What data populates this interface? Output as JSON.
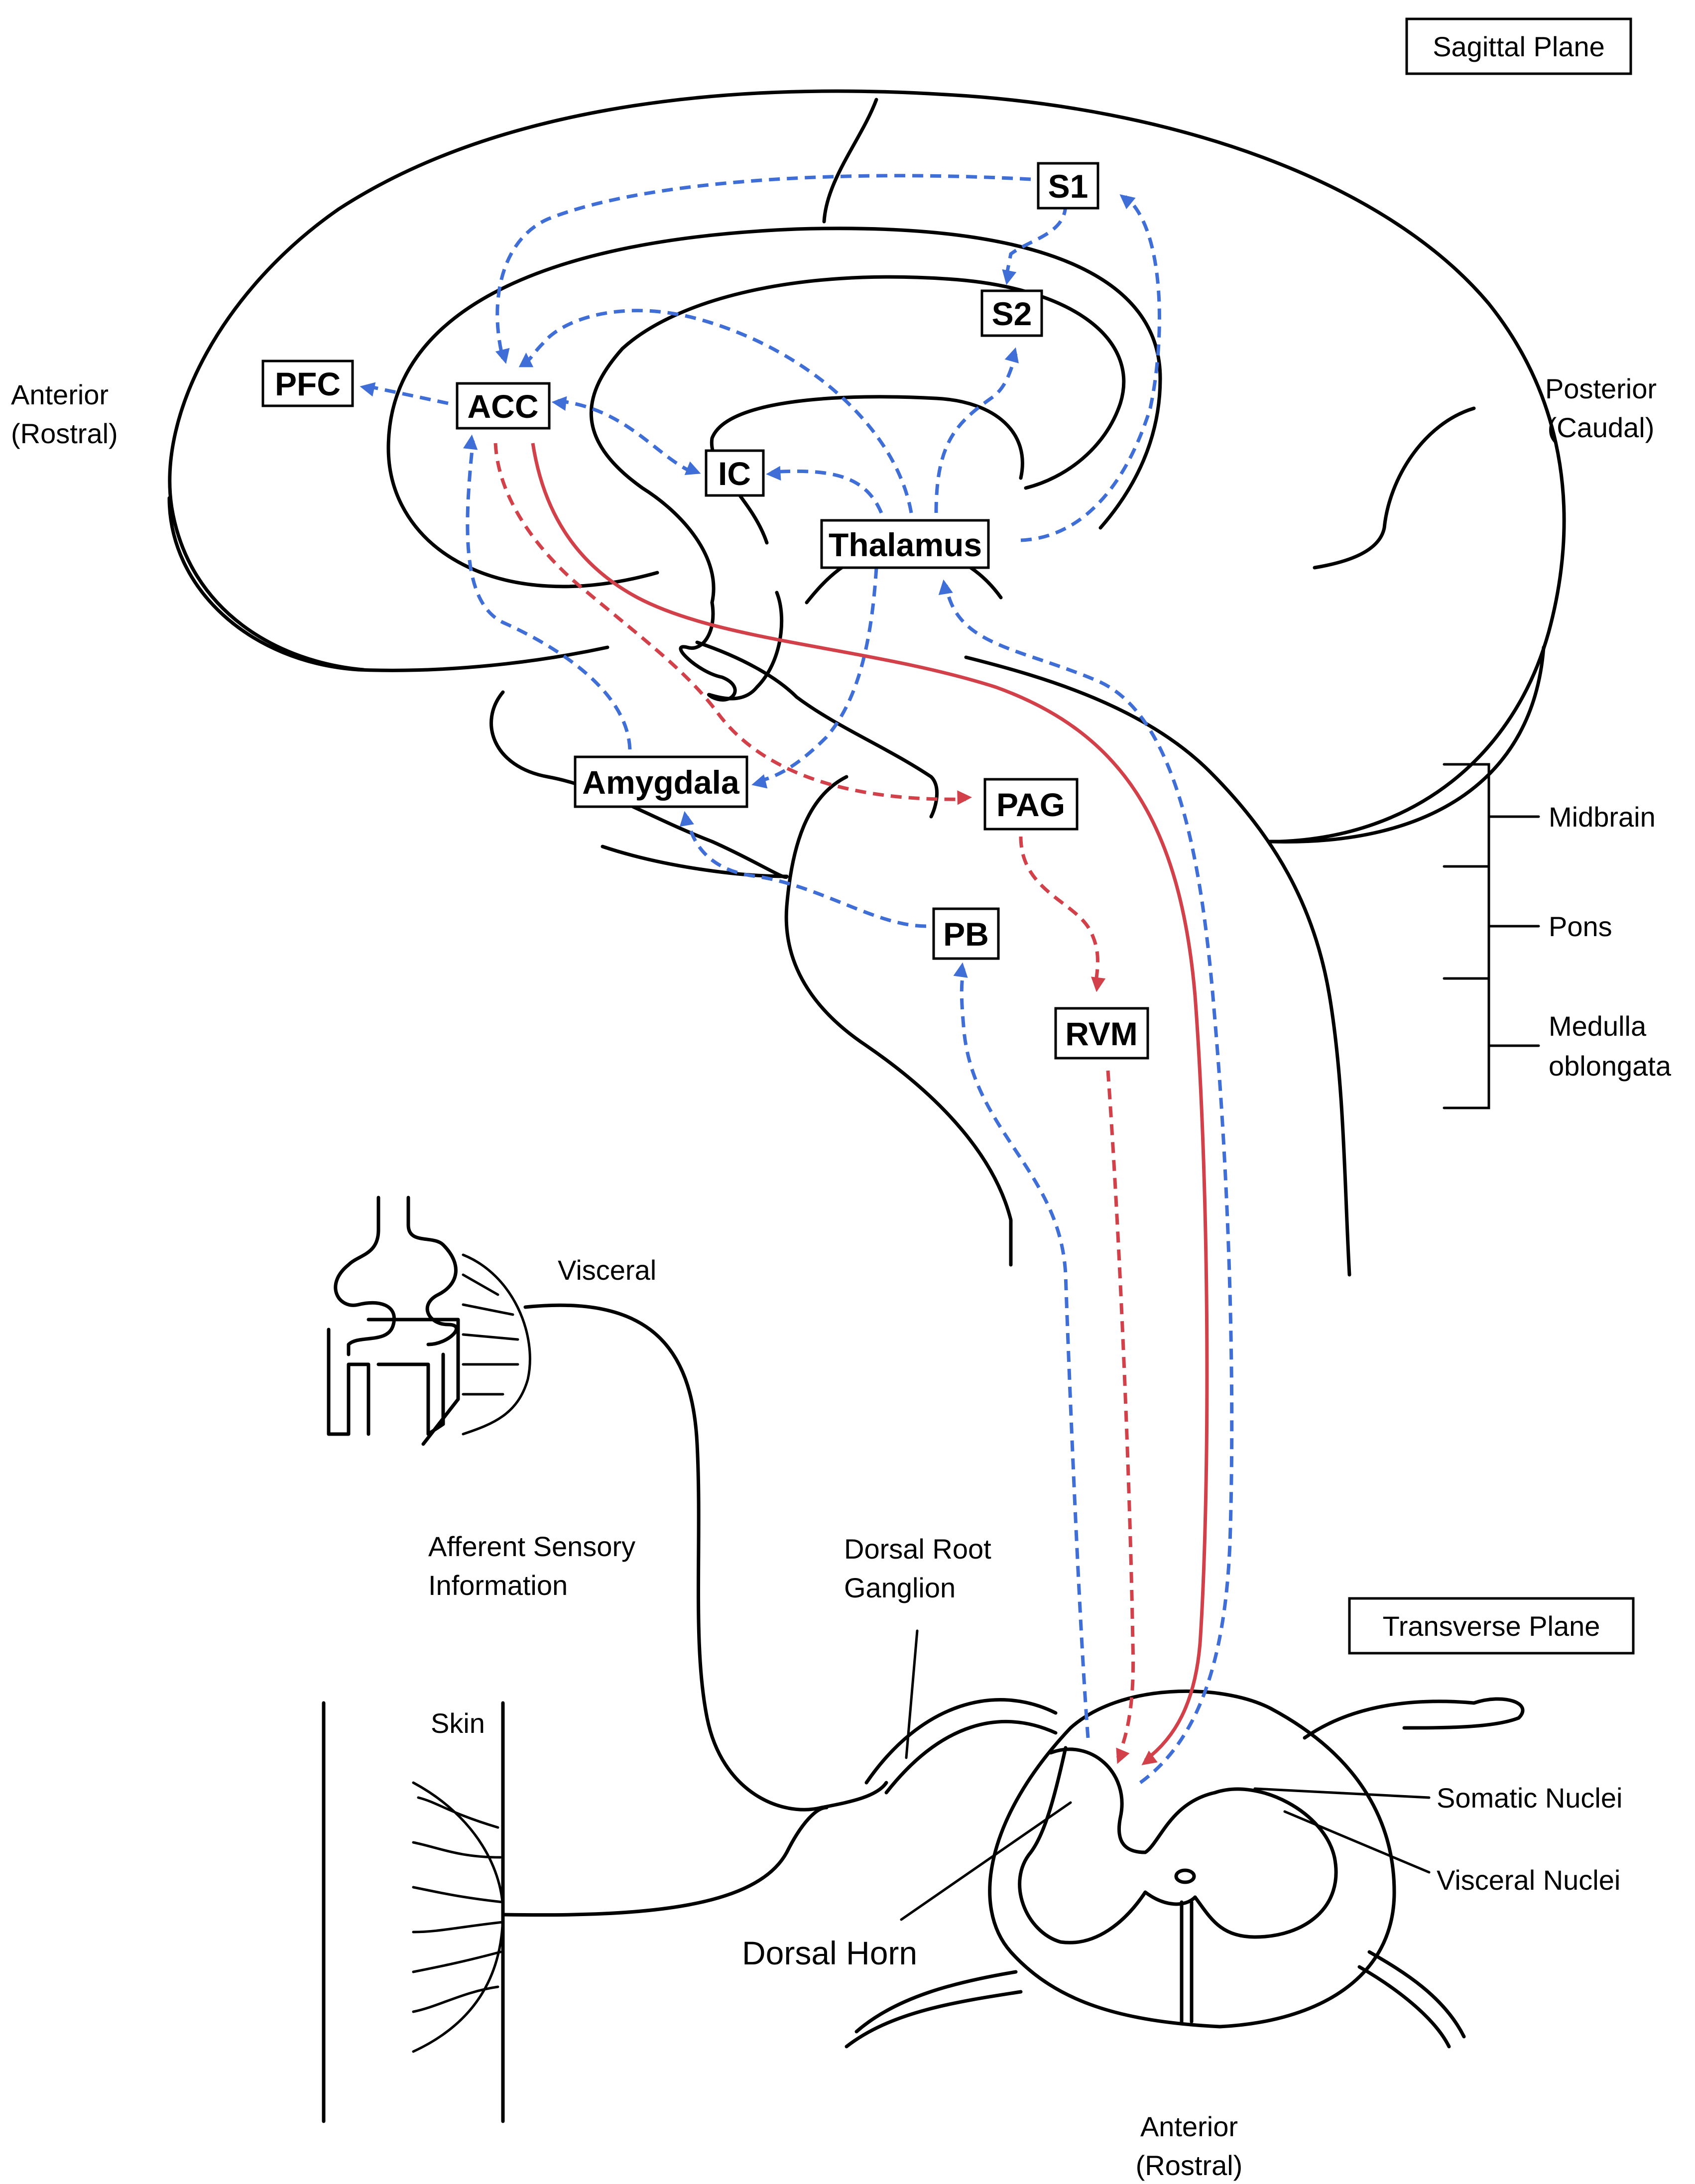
{
  "colors": {
    "afferent_pathway": "#3F6FD6",
    "descending_pathway": "#D2414A",
    "outline": "#000000"
  },
  "labels": {
    "sagittal_plane": "Sagittal Plane",
    "transverse_plane": "Transverse Plane",
    "anterior_top_1": "Anterior",
    "anterior_top_2": "(Rostral)",
    "posterior_1": "Posterior",
    "posterior_2": "(Caudal)",
    "anterior_bottom_1": "Anterior",
    "anterior_bottom_2": "(Rostral)",
    "midbrain": "Midbrain",
    "pons": "Pons",
    "medulla_1": "Medulla",
    "medulla_2": "oblongata",
    "visceral": "Visceral",
    "skin": "Skin",
    "afferent_1": "Afferent Sensory",
    "afferent_2": "Information",
    "drg_1": "Dorsal Root",
    "drg_2": "Ganglion",
    "dorsal_horn": "Dorsal Horn",
    "somatic_nuclei": "Somatic Nuclei",
    "visceral_nuclei": "Visceral Nuclei"
  },
  "regions": {
    "s1": "S1",
    "s2": "S2",
    "pfc": "PFC",
    "acc": "ACC",
    "ic": "IC",
    "thalamus": "Thalamus",
    "amygdala": "Amygdala",
    "pag": "PAG",
    "pb": "PB",
    "rvm": "RVM"
  }
}
